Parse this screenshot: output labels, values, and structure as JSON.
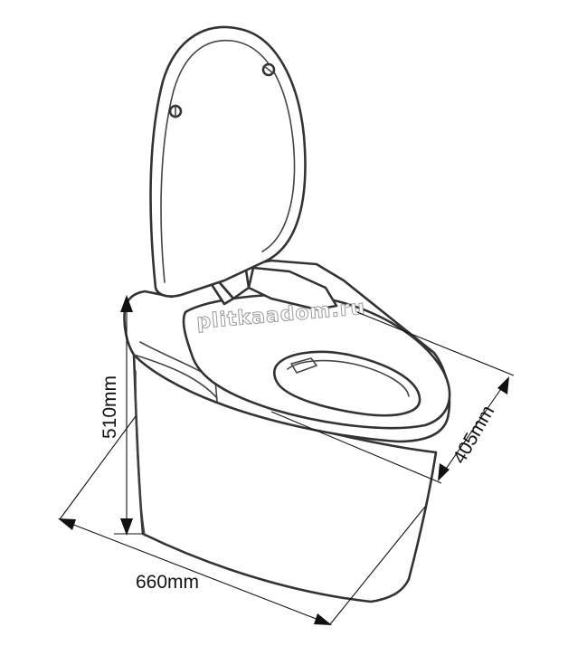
{
  "dimensions": {
    "height": "510mm",
    "length": "660mm",
    "width": "405mm"
  },
  "watermark": "plitkaadom.ru",
  "colors": {
    "line": "#333333",
    "background": "#ffffff"
  }
}
